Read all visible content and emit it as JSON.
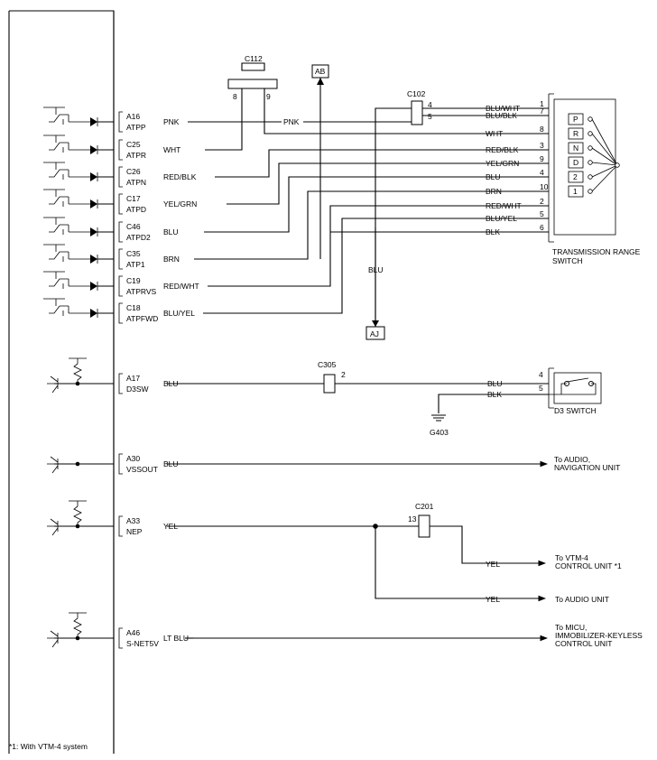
{
  "ecm": {
    "inputs": [
      {
        "pin": "A16",
        "name": "ATPP",
        "wire": "PNK"
      },
      {
        "pin": "C25",
        "name": "ATPR",
        "wire": "WHT"
      },
      {
        "pin": "C26",
        "name": "ATPN",
        "wire": "RED/BLK"
      },
      {
        "pin": "C17",
        "name": "ATPD",
        "wire": "YEL/GRN"
      },
      {
        "pin": "C46",
        "name": "ATPD2",
        "wire": "BLU"
      },
      {
        "pin": "C35",
        "name": "ATP1",
        "wire": "BRN"
      },
      {
        "pin": "C19",
        "name": "ATPRVS",
        "wire": "RED/WHT"
      },
      {
        "pin": "C18",
        "name": "ATPFWD",
        "wire": "BLU/YEL"
      }
    ],
    "d3": {
      "pin": "A17",
      "name": "D3SW",
      "wire": "BLU"
    },
    "vss": {
      "pin": "A30",
      "name": "VSSOUT",
      "wire": "BLU"
    },
    "nep": {
      "pin": "A33",
      "name": "NEP",
      "wire": "YEL"
    },
    "snet": {
      "pin": "A46",
      "name": "S-NET5V",
      "wire": "LT BLU"
    }
  },
  "c112": {
    "label": "C112",
    "pin_left": "8",
    "pin_right": "9",
    "wire": "PNK"
  },
  "ab_label": "AB",
  "aj_label": "AJ",
  "aj_wire": "BLU",
  "c102": {
    "label": "C102",
    "pin_top": "4",
    "pin_bottom": "5"
  },
  "trs": {
    "rows": [
      {
        "wire": "BLU/WHT",
        "pin": "1"
      },
      {
        "wire": "BLU/BLK",
        "pin": "7"
      },
      {
        "wire": "WHT",
        "pin": "8"
      },
      {
        "wire": "RED/BLK",
        "pin": "3"
      },
      {
        "wire": "YEL/GRN",
        "pin": "9"
      },
      {
        "wire": "BLU",
        "pin": "4"
      },
      {
        "wire": "BRN",
        "pin": "10"
      },
      {
        "wire": "RED/WHT",
        "pin": "2"
      },
      {
        "wire": "BLU/YEL",
        "pin": "5"
      },
      {
        "wire": "BLK",
        "pin": "6"
      }
    ],
    "positions": [
      "P",
      "R",
      "N",
      "D",
      "2",
      "1"
    ],
    "label_line1": "TRANSMISSION RANGE",
    "label_line2": "SWITCH"
  },
  "c305": {
    "label": "C305",
    "pin": "2"
  },
  "d3switch": {
    "wire_top": "BLU",
    "wire_bottom": "BLK",
    "pin_top": "4",
    "pin_bottom": "5",
    "label": "D3 SWITCH",
    "ground": "G403"
  },
  "vss_dest": {
    "line1": "To AUDIO,",
    "line2": "NAVIGATION UNIT"
  },
  "c201": {
    "label": "C201",
    "pin": "13"
  },
  "vtm4": {
    "wire": "YEL",
    "line1": "To VTM-4",
    "line2": "CONTROL UNIT *1"
  },
  "audio": {
    "wire": "YEL",
    "label": "To AUDIO UNIT"
  },
  "micu": {
    "line1": "To MICU,",
    "line2": "IMMOBILIZER-KEYLESS",
    "line3": "CONTROL UNIT"
  },
  "footnote": "*1: With VTM-4 system"
}
